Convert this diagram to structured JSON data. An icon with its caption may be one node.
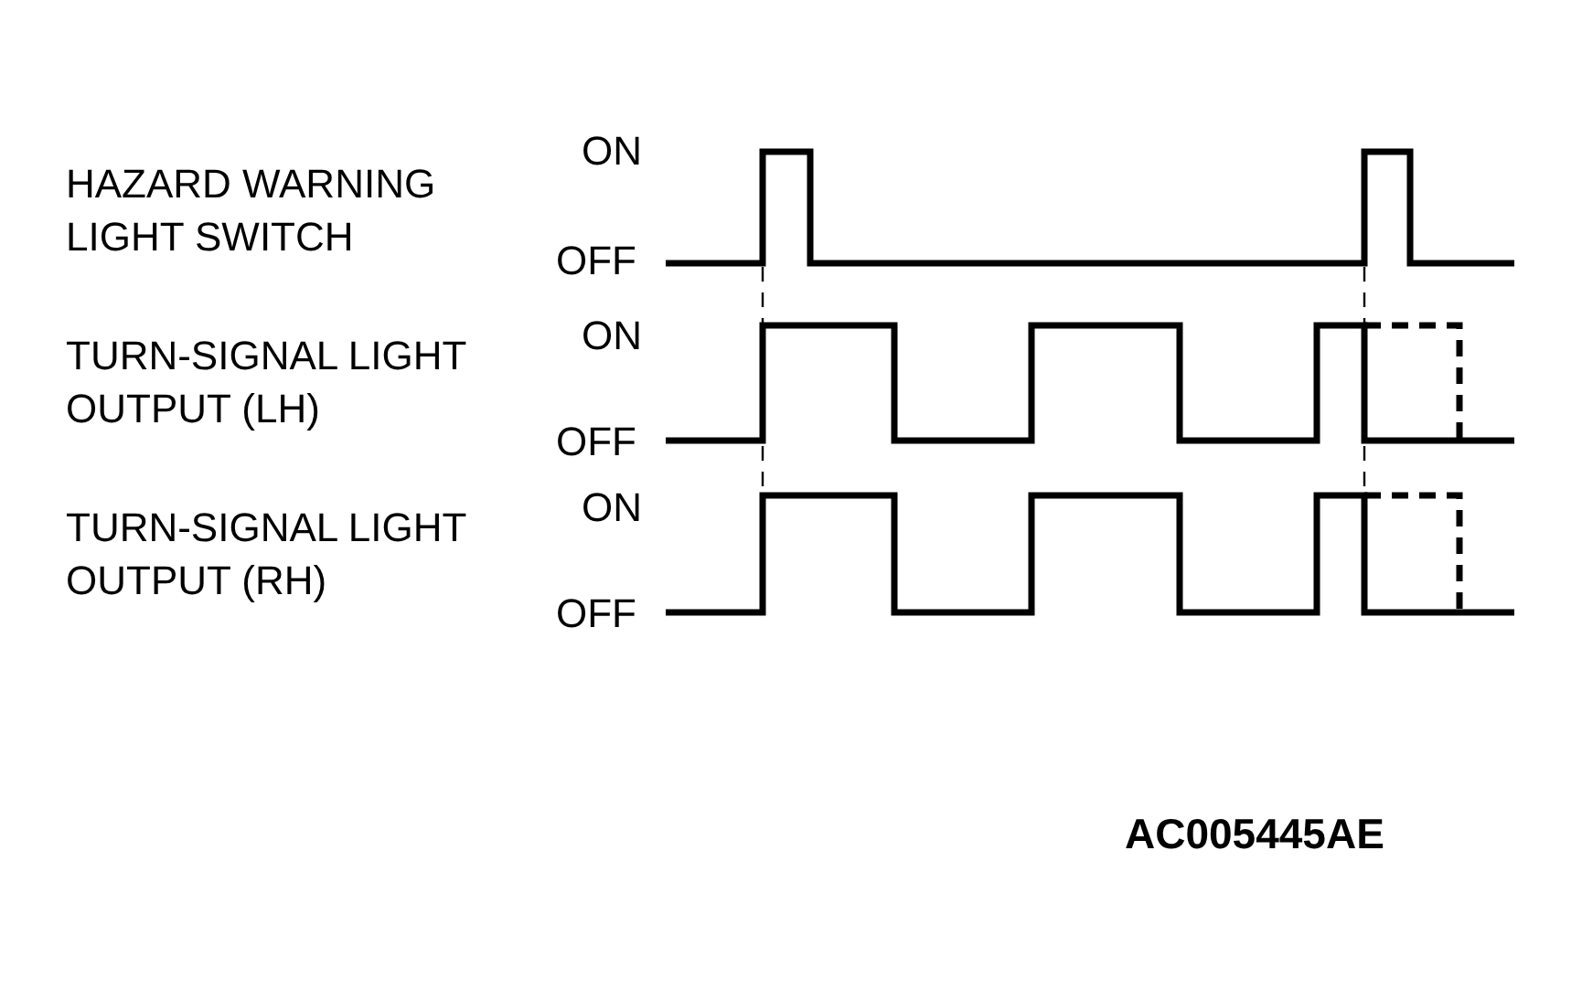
{
  "diagram": {
    "labels": [
      "HAZARD WARNING LIGHT SWITCH",
      "ON",
      "OFF",
      "TURN-SIGNAL LIGHT OUTPUT (LH)",
      "ON",
      "OFF",
      "TURN-SIGNAL LIGHT OUTPUT (RH)",
      "ON",
      "OFF",
      "AC005445AE"
    ]
  }
}
